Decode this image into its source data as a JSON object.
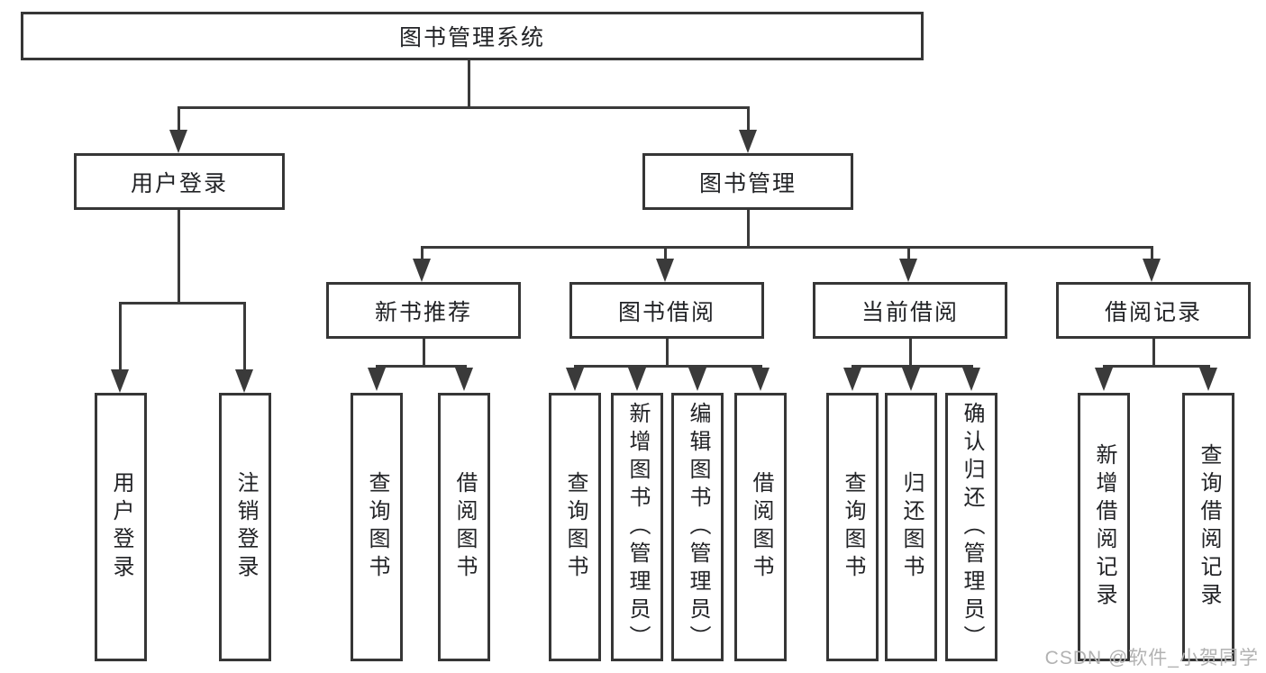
{
  "diagram": {
    "root": "图书管理系统",
    "level2": [
      "用户登录",
      "图书管理"
    ],
    "level3": [
      "新书推荐",
      "图书借阅",
      "当前借阅",
      "借阅记录"
    ],
    "leaves": [
      "用户登录",
      "注销登录",
      "查询图书",
      "借阅图书",
      "查询图书",
      "新增图书（管理员）",
      "编辑图书（管理员）",
      "借阅图书",
      "查询图书",
      "归还图书",
      "确认归还（管理员）",
      "新增借阅记录",
      "查询借阅记录"
    ]
  },
  "watermark": "CSDN @软件_小贺同学",
  "colors": {
    "line": "#3a3a3a",
    "text": "#222326",
    "watermark": "#b2b2b2",
    "background": "#ffffff"
  }
}
